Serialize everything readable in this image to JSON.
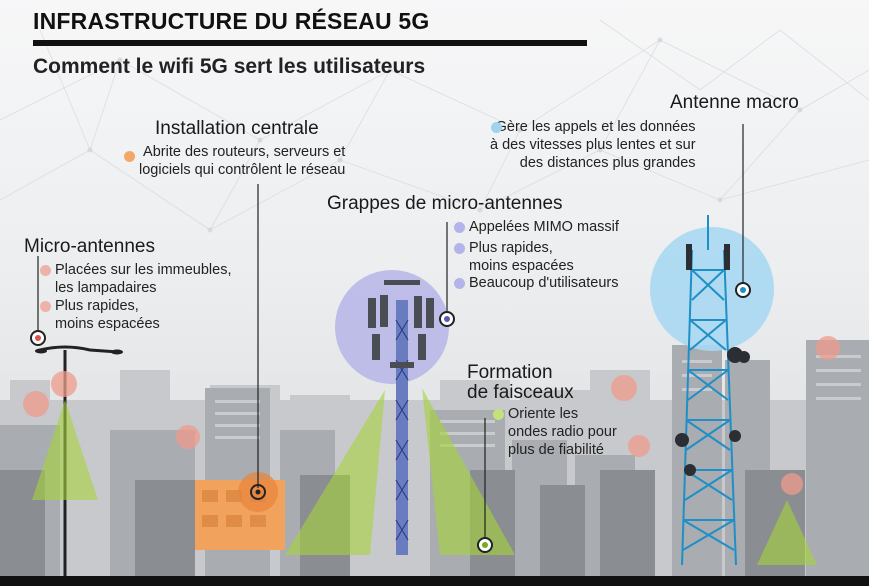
{
  "header": {
    "title": "INFRASTRUCTURE DU RÉSEAU 5G",
    "subtitle": "Comment le wifi 5G sert les utilisateurs"
  },
  "sections": {
    "macro": {
      "heading": "Antenne macro",
      "color": "#9fd3ee",
      "bullets": [
        "Gère les appels et les données\nà des vitesses plus lentes et sur\ndes distances plus grandes"
      ]
    },
    "central": {
      "heading": "Installation centrale",
      "color": "#f3a86a",
      "bullets": [
        "Abrite des routeurs, serveurs et\nlogiciels qui contrôlent le réseau"
      ]
    },
    "clusters": {
      "heading": "Grappes de micro-antennes",
      "color": "#b5b4ea",
      "bullets": [
        "Appelées MIMO massif",
        "Plus rapides,\nmoins espacées",
        "Beaucoup d'utilisateurs"
      ]
    },
    "micro": {
      "heading": "Micro-antennes",
      "color": "#eeb3a8",
      "bullets": [
        "Placées sur les immeubles,\nles lampadaires",
        "Plus rapides,\nmoins espacées"
      ]
    },
    "beam": {
      "heading": "Formation\nde faisceaux",
      "color": "#c2e27a",
      "bullets": [
        "Oriente les\nondes radio pour\nplus de fiabilité"
      ]
    }
  }
}
